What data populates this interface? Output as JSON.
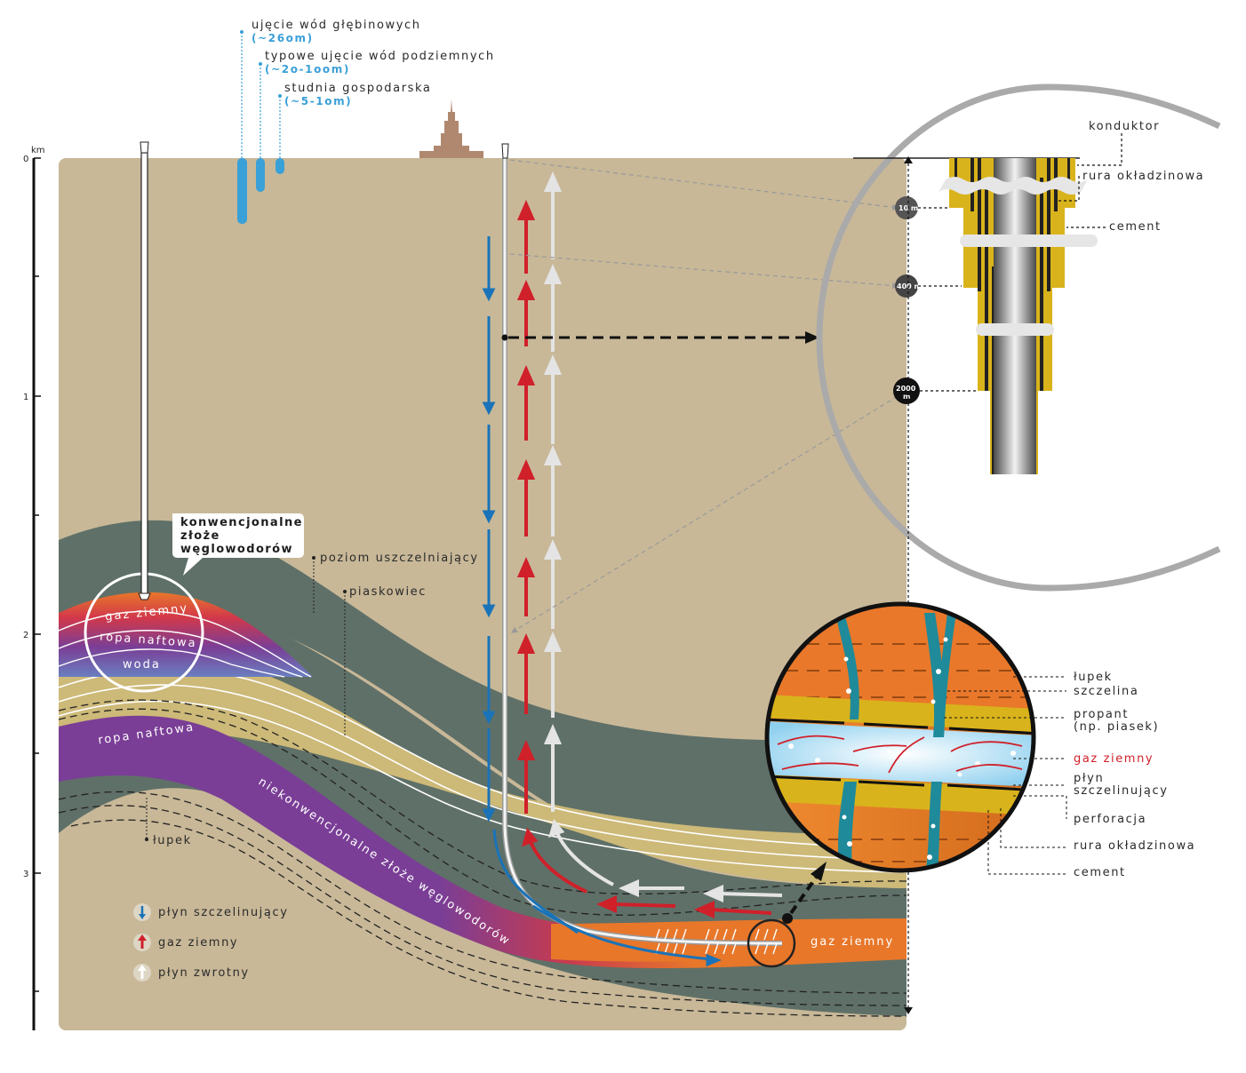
{
  "axis": {
    "unit": "km",
    "ticks": [
      "0",
      "1",
      "2",
      "3"
    ]
  },
  "water_intakes": [
    {
      "name": "ujęcie wód głębinowych",
      "depth": "(~26om)"
    },
    {
      "name": "typowe ujęcie wód podziemnych",
      "depth": "(~2o-1oom)"
    },
    {
      "name": "studnia gospodarska",
      "depth": "(~5-1om)"
    }
  ],
  "casing_detail": {
    "labels": {
      "conductor": "konduktor",
      "casing": "rura okładzinowa",
      "cement": "cement"
    },
    "depth_markers": [
      "10 m",
      "400 m",
      "2000 m"
    ]
  },
  "conventional": {
    "callout": [
      "konwencjonalne",
      "złoże",
      "węglowodorów"
    ],
    "gas": "gaz ziemny",
    "oil": "ropa naftowa",
    "water": "woda"
  },
  "layers": {
    "seal": "poziom uszczelniający",
    "sandstone": "piaskowiec",
    "shale": "łupek",
    "oil_left": "ropa naftowa",
    "unconventional": "niekonwencjonalne złoże węglowodorów",
    "gas_zone": "gaz ziemny"
  },
  "fracture_detail": {
    "labels": {
      "shale": "łupek",
      "fracture": "szczelina",
      "proppant": [
        "propant",
        "(np. piasek)"
      ],
      "gas": "gaz ziemny",
      "fluid": [
        "płyn",
        "szczelinujący"
      ],
      "perforation": "perforacja",
      "casing": "rura okładzinowa",
      "cement": "cement"
    }
  },
  "legend": [
    {
      "icon": "blue-down-arrow-icon",
      "label": "płyn szczelinujący",
      "color": "#1a73b8"
    },
    {
      "icon": "red-up-arrow-icon",
      "label": "gaz ziemny",
      "color": "#d0202a"
    },
    {
      "icon": "white-up-arrow-icon",
      "label": "płyn zwrotny",
      "color": "#e0e0e0"
    }
  ],
  "colors": {
    "ground": "#c8b898",
    "shale": "#5f7068",
    "sandstone": "#cdb978",
    "oil": "#7a3e96",
    "gas": "#e8772a",
    "fluid_blue": "#1a73b8",
    "gas_red": "#d0202a",
    "return_white": "#e0e0e0",
    "casing_yellow": "#d9b31b"
  }
}
